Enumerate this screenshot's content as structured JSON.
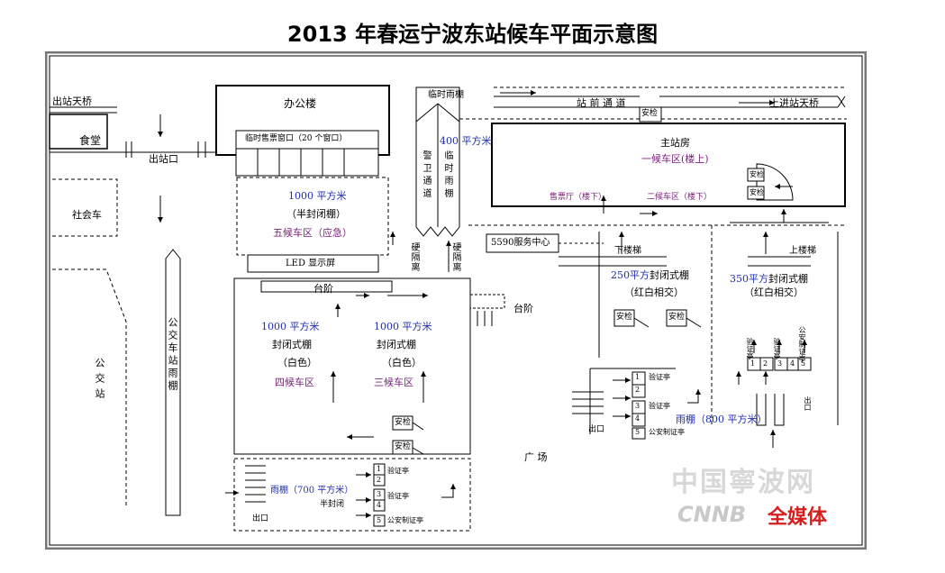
{
  "title": "2013 年春运宁波东站候车平面示意图",
  "labels": {
    "exit_bridge": "出站天桥",
    "canteen": "食堂",
    "exit": "出站口",
    "social_bus": "社会车",
    "bus_station": "公交站",
    "bus_stop_shed": "公交车站雨棚",
    "office": "办公楼",
    "temp_ticket": "临时售票窗口（20 个窗口）",
    "area_1000_a": "1000 平方米",
    "half_closed": "（半封闭棚）",
    "waiting5": "五候车区（应急）",
    "led": "LED 显示屏",
    "steps": "台阶",
    "steps_right": "台阶",
    "area_1000_b": "1000 平方米",
    "closed_b": "封闭式棚",
    "white_b": "（白色）",
    "waiting4": "四候车区",
    "area_1000_c": "1000 平方米",
    "closed_c": "封闭式棚",
    "white_c": "（白色）",
    "waiting3": "三候车区",
    "security": "安检",
    "temp_shed": "临时雨棚",
    "area_400": "400 平方米",
    "police_lane": "警卫通道",
    "temp_rain_shed": "临时雨棚",
    "hard_sep": "硬隔离",
    "front_lane": "站 前 通 道",
    "upper_bridge": "上进站天桥",
    "main_station": "主站房",
    "waiting1": "一候车区(楼上)",
    "ticket_hall": "售票厅（楼下）",
    "waiting2": "二候车区（楼下）",
    "service": "5590服务中心",
    "down_stairs": "下楼梯",
    "up_stairs": "上楼梯",
    "area_250": "250平方",
    "shed_250": "封闭式棚",
    "redwhite_250": "（红白相交）",
    "area_350": "350平方",
    "shed_350": "封闭式棚",
    "redwhite_350": "（红白相交）",
    "verify_booth": "验证亭",
    "police_booth": "公安制证亭",
    "police_booth_v": "公安制证亭",
    "rain_shed_800": "雨棚（800 平方米）",
    "square": "广  场",
    "rain_shed_700": "雨棚（700 平方米）",
    "semi_closed": "半封闭",
    "exit_small": "出口",
    "n1": "1",
    "n2": "2",
    "n3": "3",
    "n4": "4",
    "n5": "5"
  },
  "watermark": {
    "line1": "中国寧波网",
    "line2": "CNNB",
    "line3": "全媒体"
  },
  "colors": {
    "blue": "#1f2fb0",
    "purple": "#7a1f7a"
  }
}
